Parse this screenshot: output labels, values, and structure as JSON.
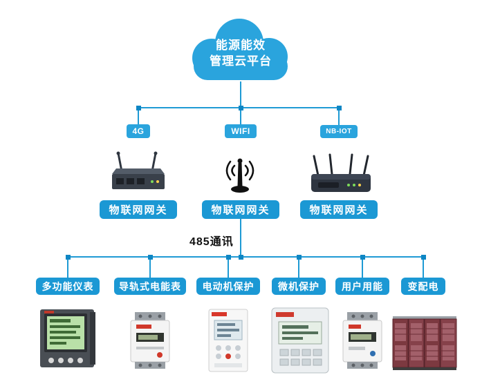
{
  "colors": {
    "line_blue": "#1e9ad4",
    "junction_blue": "#0e86c4",
    "cloud_blue": "#2aa4dd",
    "label_blue": "#1b98d4",
    "bus_text": "#111111"
  },
  "cloud": {
    "title_line1": "能源能效",
    "title_line2": "管理云平台"
  },
  "gateways": [
    {
      "tag": "4G",
      "label": "物联网网关"
    },
    {
      "tag": "WIFI",
      "label": "物联网网关"
    },
    {
      "tag": "NB-IOT",
      "label": "物联网网关"
    }
  ],
  "bus": {
    "label": "485通讯"
  },
  "devices": [
    {
      "label": "多功能仪表"
    },
    {
      "label": "导轨式电能表"
    },
    {
      "label": "电动机保护"
    },
    {
      "label": "微机保护"
    },
    {
      "label": "用户用能"
    },
    {
      "label": "变配电"
    }
  ]
}
